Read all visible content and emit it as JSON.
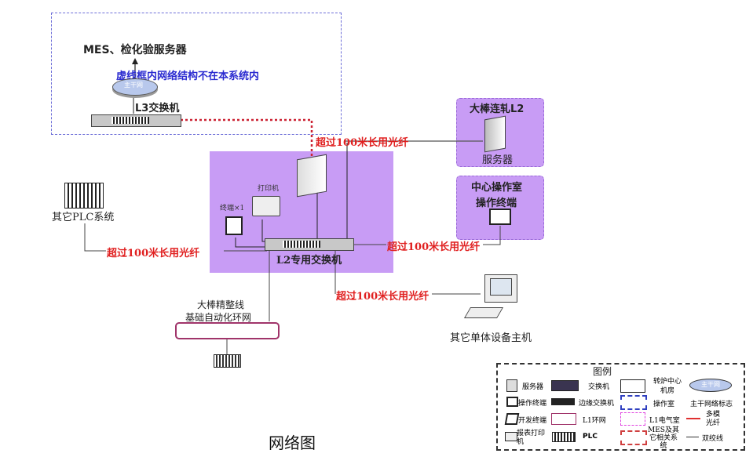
{
  "diagram": {
    "title": "网络图",
    "colors": {
      "zone_fill": "#c89cf5",
      "zone_border": "#9a6ad8",
      "fiber_label": "#e02020",
      "dashed_box": "#6d6ed8",
      "note_text": "#2a2ad0",
      "mes_link": "#cc2233",
      "ring_border": "#a0346a"
    },
    "external_box": {
      "upstream_label": "MES、检化验服务器",
      "note": "虚线框内网络结构不在本系统内",
      "backbone_badge": "主干网",
      "l3_switch_label": "L3交换机"
    },
    "l2_zone": {
      "printer_label": "打印机",
      "terminal_label": "终端×1",
      "l2_switch_label": "L2专用交换机"
    },
    "rolling_l2": {
      "title": "大棒连轧L2",
      "server_label": "服务器"
    },
    "control_room": {
      "title_line1": "中心操作室",
      "title_line2": "操作终端"
    },
    "plc_other": {
      "label": "其它PLC系统"
    },
    "finishing_line": {
      "line1": "大棒精整线",
      "line2": "基础自动化环网"
    },
    "other_host": {
      "label": "其它单体设备主机"
    },
    "fiber_labels": [
      "超过100米长用光纤",
      "超过100米长用光纤",
      "超过100米长用光纤",
      "超过100米长用光纤"
    ],
    "legend": {
      "title": "图例",
      "items": [
        {
          "icon": "server-icon",
          "label": "服务器"
        },
        {
          "icon": "switch-icon",
          "label": "交换机"
        },
        {
          "icon": "solid-box-icon",
          "label": "转炉中心机房"
        },
        {
          "icon": "backbone-icon",
          "label": "主干网络标志",
          "badge": "主干网"
        },
        {
          "icon": "terminal-icon",
          "label": "操作终端"
        },
        {
          "icon": "edge-switch-icon",
          "label": "边缘交换机"
        },
        {
          "icon": "blue-dashed-box-icon",
          "label": "操作室"
        },
        {
          "icon": "dev-terminal-icon",
          "label": "开发终端"
        },
        {
          "icon": "l1-ring-icon",
          "label": "L1环网"
        },
        {
          "icon": "pink-dashdot-box-icon",
          "label": "L1电气室"
        },
        {
          "icon": "multimode-fiber-icon",
          "label": "多模光纤"
        },
        {
          "icon": "printer-icon",
          "label": "报表打印机"
        },
        {
          "icon": "plc-icon",
          "label": "PLC"
        },
        {
          "icon": "red-dashed-box-icon",
          "label": "MES及其它相关系统"
        },
        {
          "icon": "twisted-pair-icon",
          "label": "双绞线"
        }
      ]
    }
  }
}
